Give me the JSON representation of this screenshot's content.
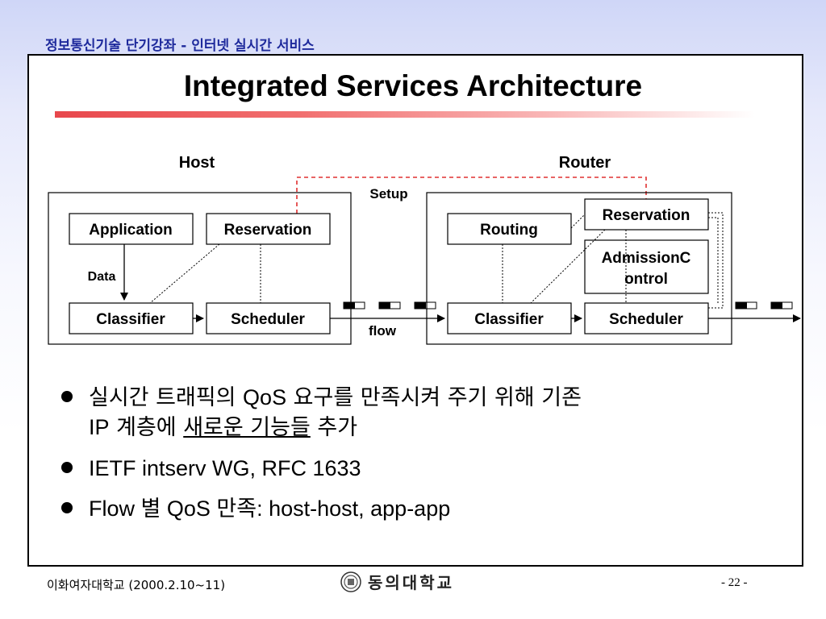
{
  "header": {
    "course_title": "정보통신기술 단기강좌 - 인터넷 실시간 서비스"
  },
  "slide": {
    "title": "Integrated Services Architecture",
    "accent_color": "#e8474c"
  },
  "diagram": {
    "host_label": "Host",
    "router_label": "Router",
    "setup_label": "Setup",
    "data_label": "Data",
    "flow_label": "flow",
    "host_boxes": {
      "application": "Application",
      "reservation": "Reservation",
      "classifier": "Classifier",
      "scheduler": "Scheduler"
    },
    "router_boxes": {
      "routing": "Routing",
      "reservation": "Reservation",
      "admission_line1": "AdmissionC",
      "admission_line2": "ontrol",
      "classifier": "Classifier",
      "scheduler": "Scheduler"
    },
    "setup_color": "#e03030"
  },
  "bullets": {
    "b1_part1": "실시간 트래픽의 ",
    "b1_qos": "QoS",
    "b1_part2": " 요구를 만족시켜 주기 위해 기존",
    "b1_ip": "IP",
    "b1_part3": " 계층에 ",
    "b1_underlined": "새로운 기능들",
    "b1_part4": " 추가",
    "b2": "IETF intserv WG, RFC 1633",
    "b3_part1": "Flow ",
    "b3_part2": "별",
    "b3_part3": " QoS ",
    "b3_part4": "만족",
    "b3_part5": ": host-host, app-app"
  },
  "footer": {
    "left": "이화여자대학교 (2000.2.10~11)",
    "logo_text": "동의대학교",
    "page": "- 22 -"
  }
}
